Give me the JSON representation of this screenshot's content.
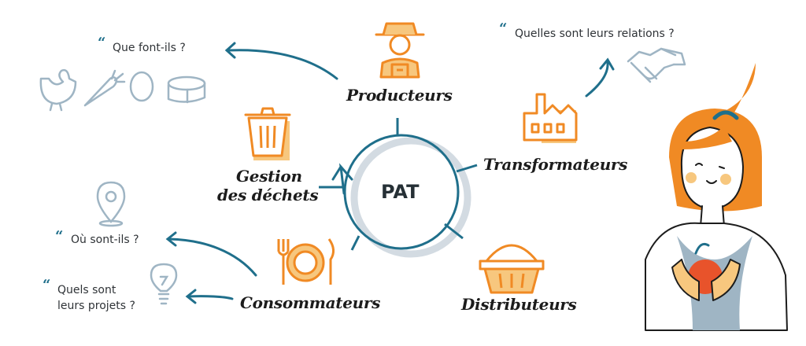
{
  "center": {
    "title": "PAT"
  },
  "actors": {
    "producteurs": "Producteurs",
    "transformateurs": "Transformateurs",
    "distributeurs": "Distributeurs",
    "consommateurs": "Consommateurs",
    "gestion_line1": "Gestion",
    "gestion_line2": "des déchets"
  },
  "questions": {
    "que_font_ils": "Que font-ils ?",
    "relations": "Quelles sont leurs relations ?",
    "ou_sont_ils": "Où sont-ils ?",
    "projets_line1": "Quels sont",
    "projets_line2": "leurs projets ?"
  },
  "quote_mark": "“",
  "colors": {
    "teal": "#1f6f8b",
    "orange": "#f08a24",
    "light_orange": "#f7c77e",
    "grey_blue": "#9fb5c4",
    "ring_shadow": "#d3dbe2",
    "text": "#1c1c1c"
  },
  "icons": [
    "farmer-icon",
    "factory-icon",
    "basket-icon",
    "plate-cutlery-icon",
    "trash-can-icon",
    "chicken-icon",
    "carrot-icon",
    "egg-icon",
    "cheese-icon",
    "handshake-icon",
    "location-pin-icon",
    "lightbulb-icon",
    "girl-with-apple-illustration"
  ]
}
